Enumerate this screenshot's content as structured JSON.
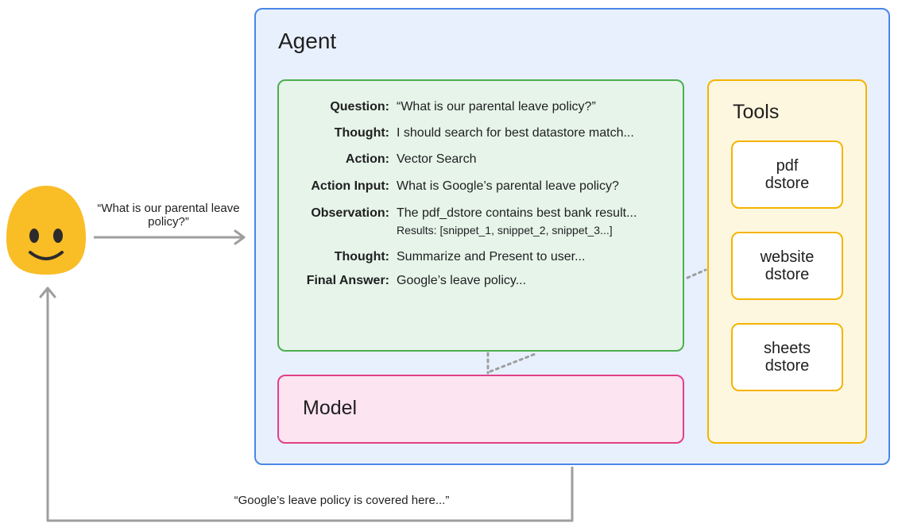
{
  "agent": {
    "title": "Agent",
    "trace": [
      {
        "key": "Question:",
        "value": "“What is our parental leave policy?”"
      },
      {
        "key": "Thought:",
        "value": "I should search for best datastore match..."
      },
      {
        "key": "Action:",
        "value": "Vector Search"
      },
      {
        "key": "Action Input:",
        "value": "What is Google’s parental leave policy?"
      },
      {
        "key": "Observation:",
        "value": "The pdf_dstore contains best bank result...",
        "detail": "Results: [snippet_1, snippet_2, snippet_3...]"
      },
      {
        "key": "Thought:",
        "value": "Summarize and Present to user..."
      },
      {
        "key": "Final Answer:",
        "value": "Google’s leave policy..."
      }
    ],
    "model_label": "Model",
    "tools": {
      "title": "Tools",
      "items": [
        {
          "line1": "pdf",
          "line2": "dstore"
        },
        {
          "line1": "website",
          "line2": "dstore"
        },
        {
          "line1": "sheets",
          "line2": "dstore"
        }
      ]
    }
  },
  "user": {
    "icon": "smiley-face-icon",
    "query": "“What is our parental leave policy?”",
    "response": "“Google’s leave policy is covered here...”"
  },
  "colors": {
    "agent_border": "#4a86e8",
    "agent_fill": "#e8f0fe",
    "trace_border": "#4caf50",
    "trace_fill": "#e6f4ea",
    "model_border": "#e0408a",
    "model_fill": "#fce4f0",
    "tools_border": "#f5b400",
    "tools_fill": "#fef7e0",
    "arrow": "#9e9e9e",
    "smiley": "#f9bd26"
  }
}
